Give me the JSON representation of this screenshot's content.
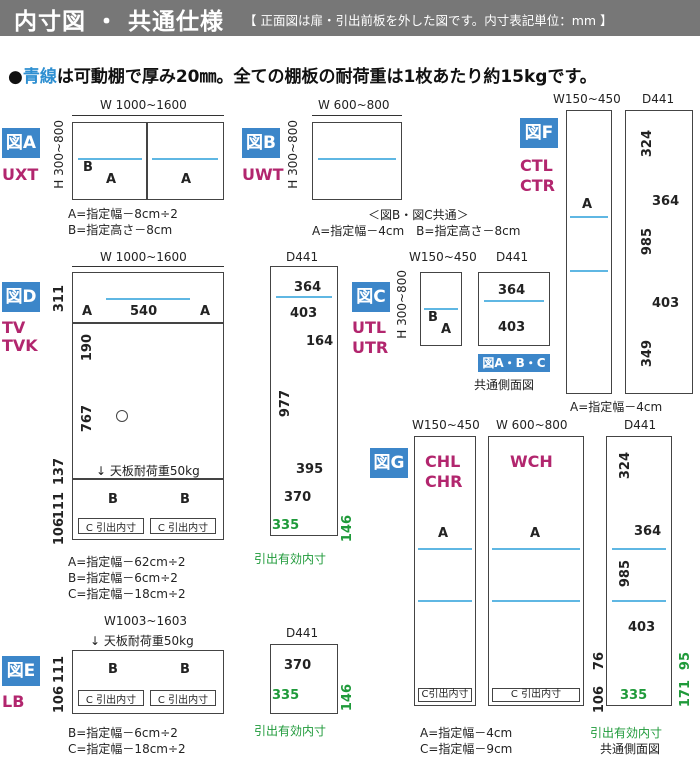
{
  "header": {
    "title": "内寸図 ・ 共通仕様",
    "subtitle": "【 正面図は扉・引出前板を外した図です。内寸表記単位：mm 】"
  },
  "note": {
    "bullet": "●",
    "highlight": "青線",
    "text": "は可動棚で厚み20㎜。全ての棚板の耐荷重は1枚あたり約15kgです。"
  },
  "figA": {
    "tag": "図A",
    "code": "UXT",
    "width": "W 1000~1600",
    "height": "H 300~800",
    "labelA1": "A",
    "labelA2": "A",
    "labelB": "B",
    "formula1": "A=指定幅－8cm÷2",
    "formula2": "B=指定高さ－8cm"
  },
  "figB": {
    "tag": "図B",
    "code": "UWT",
    "width": "W 600~800",
    "height": "H 300~800",
    "common": "＜図B・図C共通＞",
    "formula": "A=指定幅－4cm　B=指定高さ－8cm"
  },
  "figF": {
    "tag": "図F",
    "code1": "CTL",
    "code2": "CTR",
    "width": "W150~450",
    "depth": "D441",
    "labelA": "A",
    "d324": "324",
    "d364": "364",
    "d985": "985",
    "d403": "403",
    "d349": "349",
    "formula": "A=指定幅－4cm"
  },
  "figD": {
    "tag": "図D",
    "code1": "TV",
    "code2": "TVK",
    "width": "W 1000~1600",
    "d311": "311",
    "d540": "540",
    "labelA1": "A",
    "labelA2": "A",
    "d190": "190",
    "d767": "767",
    "d137": "137",
    "d111": "111",
    "d106": "106",
    "load": "↓ 天板耐荷重50kg",
    "labelB1": "B",
    "labelB2": "B",
    "labelC1": "C 引出内寸",
    "labelC2": "C 引出内寸",
    "formula1": "A=指定幅－62cm÷2",
    "formula2": "B=指定幅－6cm÷2",
    "formula3": "C=指定幅－18cm÷2",
    "side_depth": "D441",
    "s364": "364",
    "s403": "403",
    "s164": "164",
    "s977": "977",
    "s395": "395",
    "s370": "370",
    "s335": "335",
    "s146": "146",
    "drawer_note": "引出有効内寸"
  },
  "figC": {
    "tag": "図C",
    "code1": "UTL",
    "code2": "UTR",
    "width": "W150~450",
    "depth": "D441",
    "height": "H 300~800",
    "labelA": "A",
    "labelB": "B",
    "s364": "364",
    "s403": "403",
    "common_tag": "図A・B・C",
    "common_label": "共通側面図"
  },
  "figG": {
    "tag": "図G",
    "width1": "W150~450",
    "width2": "W 600~800",
    "depth": "D441",
    "code1a": "CHL",
    "code1b": "CHR",
    "code2": "WCH",
    "labelA1": "A",
    "labelA2": "A",
    "labelC1": "C引出内寸",
    "labelC2": "C 引出内寸",
    "formula1": "A=指定幅－4cm",
    "formula2": "C=指定幅－9cm",
    "s324": "324",
    "s364": "364",
    "s985": "985",
    "s403": "403",
    "s76": "76",
    "s106": "106",
    "s335": "335",
    "s95": "95",
    "s171": "171",
    "drawer_note": "引出有効内寸",
    "side_label": "共通側面図"
  },
  "figE": {
    "tag": "図E",
    "code": "LB",
    "width": "W1003~1603",
    "load": "↓ 天板耐荷重50kg",
    "d111": "111",
    "d106": "106",
    "labelB1": "B",
    "labelB2": "B",
    "labelC1": "C 引出内寸",
    "labelC2": "C 引出内寸",
    "formula1": "B=指定幅－6cm÷2",
    "formula2": "C=指定幅－18cm÷2",
    "side_depth": "D441",
    "s370": "370",
    "s335": "335",
    "s146": "146",
    "drawer_note": "引出有効内寸"
  },
  "colors": {
    "header_bg": "#777777",
    "tag_bg": "#3c86c9",
    "code_text": "#b2266e",
    "shelf": "#5fb7e3",
    "green_text": "#1f9a3a"
  }
}
